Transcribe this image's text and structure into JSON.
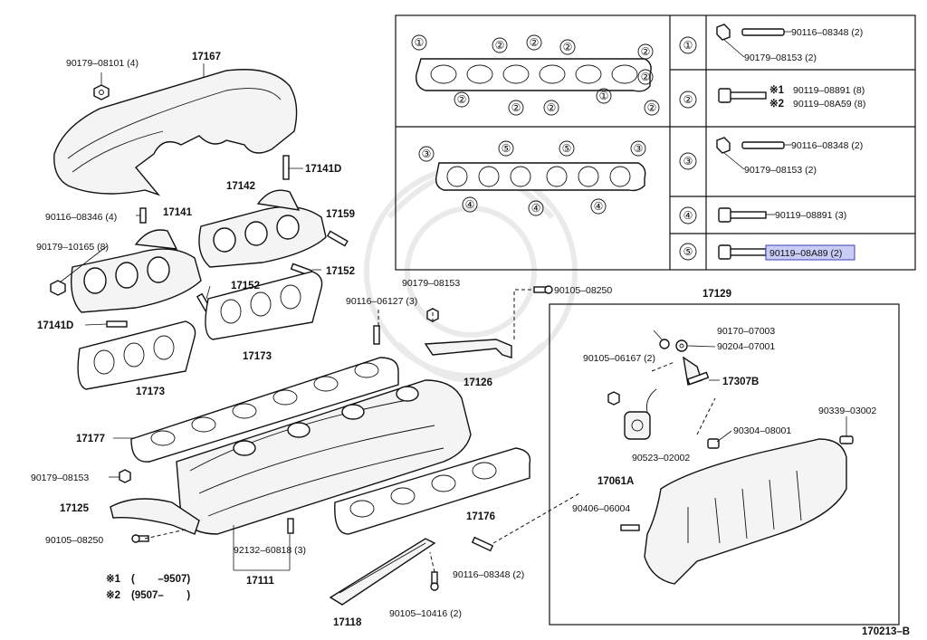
{
  "footer_code": "170213–B",
  "parts": [
    {
      "id": "p1",
      "label": "90179–08101 (4)"
    },
    {
      "id": "p2",
      "label": "17167"
    },
    {
      "id": "p3",
      "label": "17141D"
    },
    {
      "id": "p4",
      "label": "17142"
    },
    {
      "id": "p5",
      "label": "90116–08346 (4)"
    },
    {
      "id": "p6",
      "label": "17141"
    },
    {
      "id": "p7",
      "label": "17159"
    },
    {
      "id": "p8",
      "label": "90179–10165 (8)"
    },
    {
      "id": "p9",
      "label": "17152"
    },
    {
      "id": "p10",
      "label": "17152"
    },
    {
      "id": "p11",
      "label": "17141D"
    },
    {
      "id": "p12",
      "label": "17173"
    },
    {
      "id": "p13",
      "label": "17173"
    },
    {
      "id": "p14",
      "label": "90179–08153"
    },
    {
      "id": "p15",
      "label": "90105–08250"
    },
    {
      "id": "p16",
      "label": "90116–06127 (3)"
    },
    {
      "id": "p17",
      "label": "17129"
    },
    {
      "id": "p18",
      "label": "90170–07003"
    },
    {
      "id": "p19",
      "label": "90204–07001"
    },
    {
      "id": "p20",
      "label": "90105–06167 (2)"
    },
    {
      "id": "p21",
      "label": "17307B"
    },
    {
      "id": "p22",
      "label": "17126"
    },
    {
      "id": "p23",
      "label": "90339–03002"
    },
    {
      "id": "p24",
      "label": "90304–08001"
    },
    {
      "id": "p25",
      "label": "90523–02002"
    },
    {
      "id": "p26",
      "label": "17061A"
    },
    {
      "id": "p27",
      "label": "17177"
    },
    {
      "id": "p28",
      "label": "90179–08153"
    },
    {
      "id": "p29",
      "label": "17125"
    },
    {
      "id": "p30",
      "label": "90105–08250"
    },
    {
      "id": "p31",
      "label": "92132–60818 (3)"
    },
    {
      "id": "p32",
      "label": "17176"
    },
    {
      "id": "p33",
      "label": "90406–06004"
    },
    {
      "id": "p34",
      "label": "17111"
    },
    {
      "id": "p35",
      "label": "90116–08348 (2)"
    },
    {
      "id": "p36",
      "label": "17118"
    },
    {
      "id": "p37",
      "label": "90105–10416 (2)"
    }
  ],
  "footnotes": [
    {
      "mark": "※1",
      "text": "(        –9507)"
    },
    {
      "mark": "※2",
      "text": "(9507–        )"
    }
  ],
  "gasket_callouts": [
    "①",
    "②",
    "②",
    "②",
    "②",
    "②",
    "②",
    "②",
    "②",
    "①",
    "②",
    "③",
    "⑤",
    "⑤",
    "③",
    "④",
    "④",
    "④"
  ],
  "legend": [
    {
      "num": "①",
      "lines": [
        "90116–08348 (2)",
        "90179–08153 (2)"
      ],
      "marks": [
        "",
        ""
      ]
    },
    {
      "num": "②",
      "lines": [
        "90119–08891 (8)",
        "90119–08A59 (8)"
      ],
      "marks": [
        "※1",
        "※2"
      ]
    },
    {
      "num": "③",
      "lines": [
        "90116–08348 (2)",
        "90179–08153 (2)"
      ],
      "marks": [
        "",
        ""
      ]
    },
    {
      "num": "④",
      "lines": [
        "90119–08891 (3)"
      ],
      "marks": [
        ""
      ]
    },
    {
      "num": "⑤",
      "lines": [
        "90119–08A89 (2)"
      ],
      "marks": [
        ""
      ],
      "highlighted": true
    }
  ]
}
